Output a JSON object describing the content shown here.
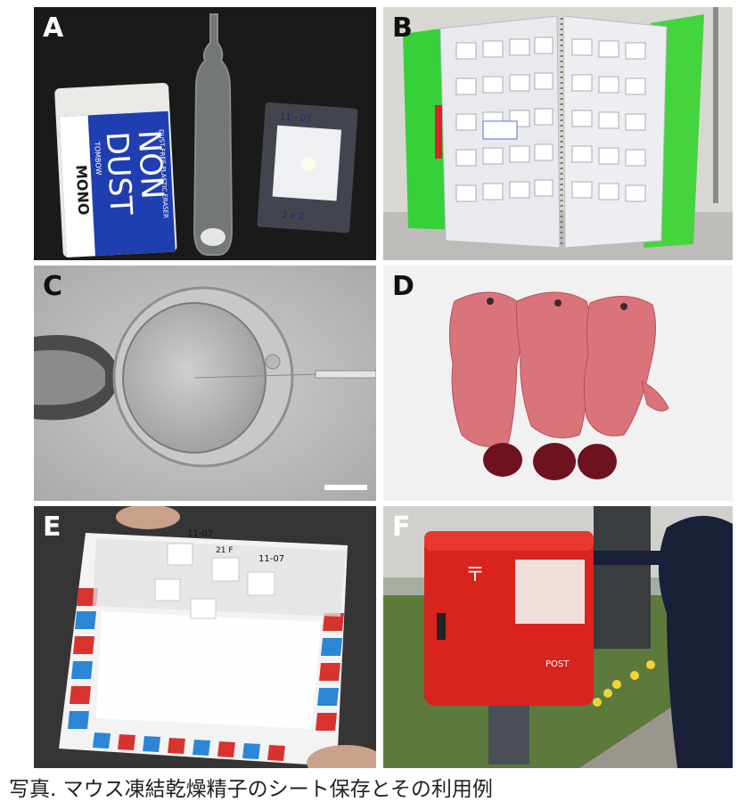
{
  "figure": {
    "caption": "写真.  マウス凍結乾燥精子のシート保存とその利用例",
    "panels": [
      {
        "label": "A"
      },
      {
        "label": "B"
      },
      {
        "label": "C"
      },
      {
        "label": "D"
      },
      {
        "label": "E"
      },
      {
        "label": "F"
      }
    ]
  },
  "panel_a": {
    "eraser_line1": "NON",
    "eraser_line2": "DUST",
    "eraser_brand": "MONO",
    "eraser_small1": "DUST FREE PLASTIC ERASER",
    "eraser_small2": "TOMBOW",
    "sheet_top": "11 - 07",
    "sheet_bottom": "2 x 2"
  },
  "panel_e": {
    "note1": "11-07",
    "note2": "11-07",
    "note3": "21 F"
  },
  "panel_f": {
    "postbox_text": "POST",
    "postbox_mark": "〒"
  }
}
